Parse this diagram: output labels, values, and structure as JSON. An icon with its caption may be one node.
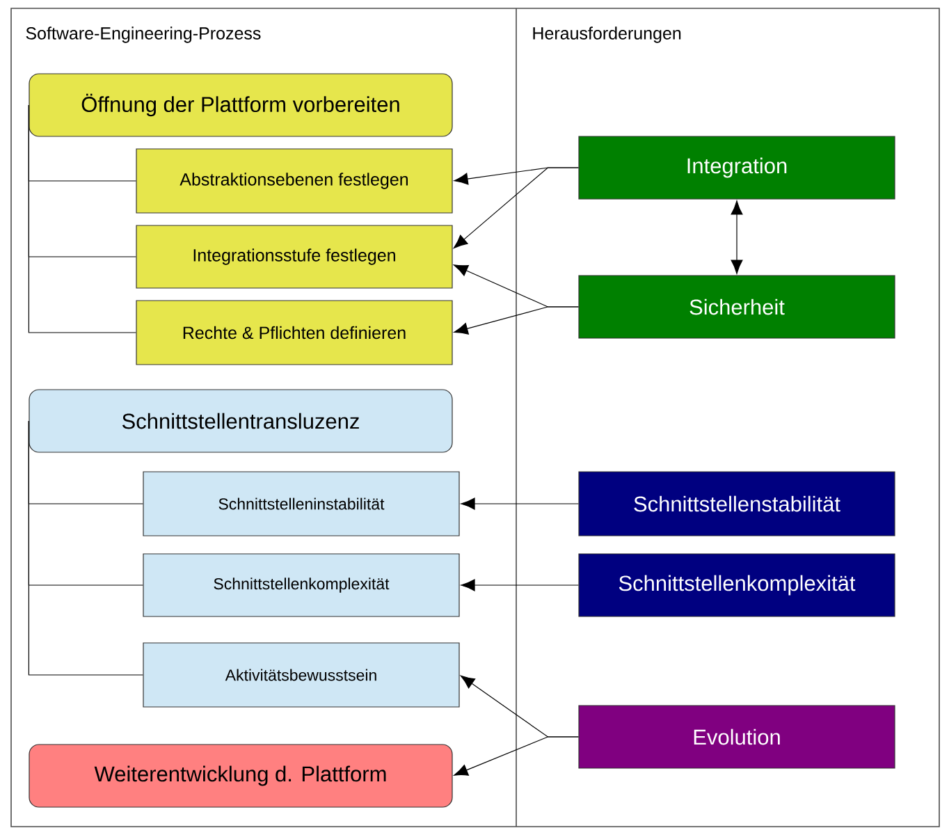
{
  "diagram": {
    "nodes": [
      {
        "text": [
          "Öffnung der Plattform vorbereiten"
        ]
      },
      {
        "text": [
          "Abstraktionsebenen festlegen"
        ]
      },
      {
        "text": [
          "Integrationsstufe festlegen"
        ]
      },
      {
        "text": [
          "Rechte & Pflichten definieren"
        ]
      },
      {
        "text": [
          "Integration"
        ]
      },
      {
        "text": [
          "Sicherheit"
        ]
      },
      {
        "text": [
          "Schnittstellentransluzenz"
        ]
      },
      {
        "text": [
          "Schnittstelleninstabilität"
        ]
      },
      {
        "text": [
          "Schnittstellenkomplexität"
        ]
      },
      {
        "text": [
          "Aktivitätsbewusstsein"
        ]
      },
      {
        "text": [
          "Weiterentwicklung d. Plattform"
        ]
      },
      {
        "text": [
          "Schnittstellenstabilität"
        ]
      },
      {
        "text": [
          "Schnittstellenkomplexität"
        ]
      },
      {
        "text": [
          "Evolution"
        ]
      }
    ],
    "edges": [
      {
        "from": 0,
        "to": 1,
        "arrow": "none"
      },
      {
        "from": 0,
        "to": 2,
        "arrow": "none"
      },
      {
        "from": 0,
        "to": 3,
        "arrow": "none"
      },
      {
        "from": 4,
        "to": 1,
        "arrow": "to"
      },
      {
        "from": 4,
        "to": 2,
        "arrow": "to"
      },
      {
        "from": 5,
        "to": 2,
        "arrow": "to"
      },
      {
        "from": 5,
        "to": 3,
        "arrow": "to"
      },
      {
        "from": 4,
        "to": 5,
        "arrow": "both"
      },
      {
        "from": 6,
        "to": 7,
        "arrow": "none"
      },
      {
        "from": 6,
        "to": 8,
        "arrow": "none"
      },
      {
        "from": 6,
        "to": 9,
        "arrow": "none"
      },
      {
        "from": 11,
        "to": 7,
        "arrow": "to"
      },
      {
        "from": 12,
        "to": 8,
        "arrow": "to"
      },
      {
        "from": 13,
        "to": 9,
        "arrow": "to"
      },
      {
        "from": 13,
        "to": 10,
        "arrow": "to"
      }
    ],
    "labels": [
      "Software-Engineering-Prozess",
      "Herausforderungen"
    ]
  }
}
